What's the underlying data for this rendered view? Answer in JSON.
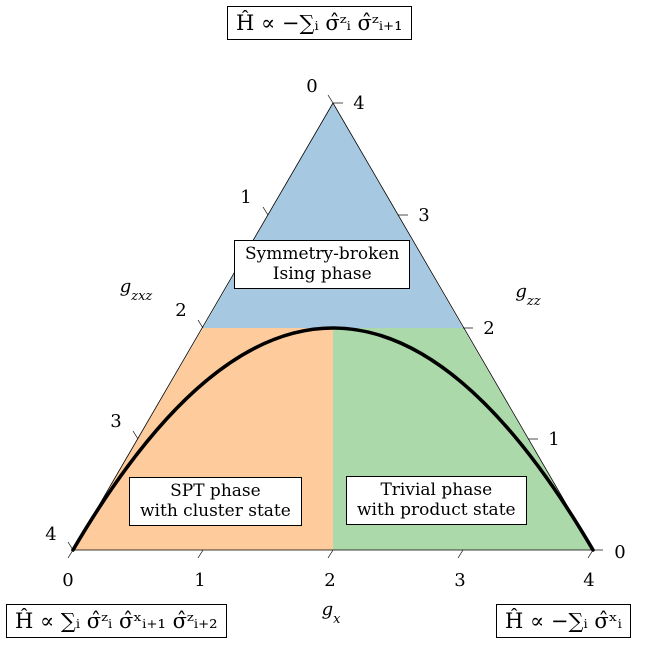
{
  "hamiltonians": {
    "top": "Ĥ ∝ −∑ᵢ σ̂ᶻᵢ σ̂ᶻᵢ₊₁",
    "bottom_left": "Ĥ ∝ ∑ᵢ σ̂ᶻᵢ σ̂ˣᵢ₊₁ σ̂ᶻᵢ₊₂",
    "bottom_right": "Ĥ ∝ −∑ᵢ σ̂ˣᵢ"
  },
  "phases": {
    "ising": [
      "Symmetry-broken",
      "Ising phase"
    ],
    "spt": [
      "SPT phase",
      "with cluster state"
    ],
    "trivial": [
      "Trivial phase",
      "with product state"
    ]
  },
  "axes": {
    "bottom": {
      "label": "gₓ",
      "ticks": [
        "0",
        "1",
        "2",
        "3",
        "4"
      ]
    },
    "left": {
      "label": "g_zxz",
      "ticks": [
        "0",
        "1",
        "2",
        "3",
        "4"
      ]
    },
    "right": {
      "label": "g_zz",
      "ticks": [
        "0",
        "1",
        "2",
        "3",
        "4"
      ]
    }
  },
  "colors": {
    "ising": "#a6c8e0",
    "spt": "#fdcb9c",
    "trivial": "#acd9aa",
    "boundary": "#000000"
  }
}
